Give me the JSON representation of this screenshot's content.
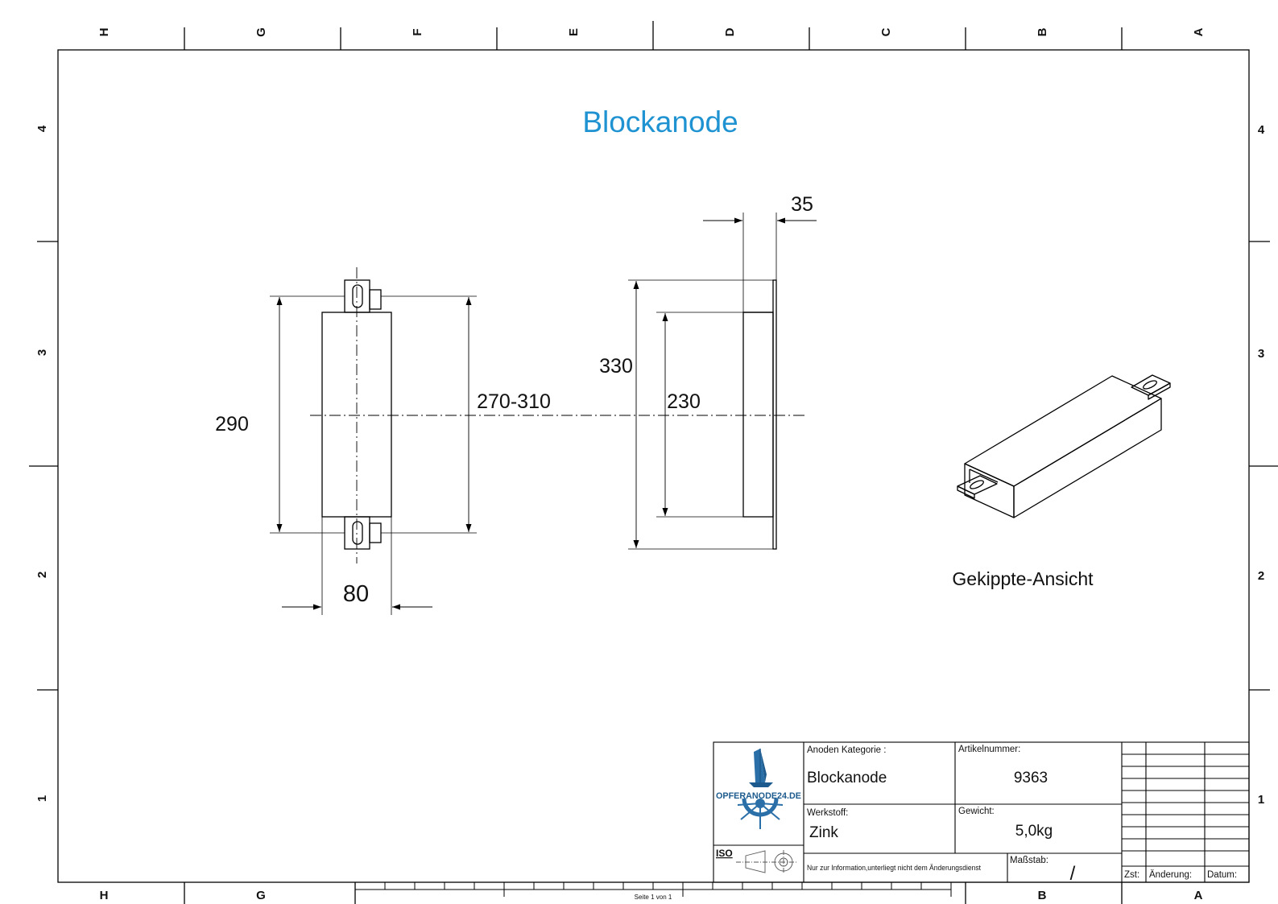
{
  "title": "Blockanode",
  "frame": {
    "columns_top": [
      "H",
      "G",
      "F",
      "E",
      "D",
      "C",
      "B",
      "A"
    ],
    "rows_left": [
      "4",
      "3",
      "2",
      "1"
    ],
    "rows_right": [
      "4",
      "3",
      "2",
      "1"
    ],
    "columns_bottom": [
      "H",
      "G",
      "B",
      "A"
    ]
  },
  "dimensions": {
    "overall_height": "290",
    "mount_spacing": "270-310",
    "width": "80",
    "thickness": "35",
    "side_total": "330",
    "side_block": "230"
  },
  "iso_view_label": "Gekippte-Ansicht",
  "title_block": {
    "logo_text": "OPFERANODE24.DE",
    "iso_label": "ISO",
    "category_label": "Anoden Kategorie :",
    "category_value": "Blockanode",
    "article_label": "Artikelnummer:",
    "article_value": "9363",
    "material_label": "Werkstoff:",
    "material_value": "Zink",
    "weight_label": "Gewicht:",
    "weight_value": "5,0kg",
    "notice": "Nur zur Information,unterliegt nicht dem Änderungsdienst",
    "scale_label": "Maßstab:",
    "scale_value": "/",
    "rev_zst": "Zst:",
    "rev_change": "Änderung:",
    "rev_date": "Datum:",
    "page": "Seite 1 von 1"
  },
  "colors": {
    "title": "#1f93d2",
    "line": "#000000",
    "logo": "#2a6fa8"
  }
}
